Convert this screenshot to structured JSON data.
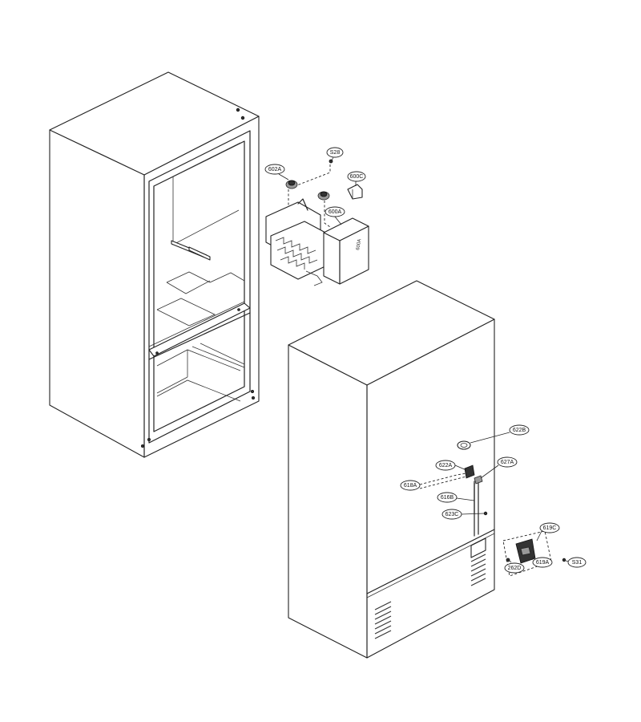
{
  "callouts": {
    "c602A": "602A",
    "cS28": "S28",
    "c600C": "600C",
    "c600A": "600A",
    "c622B": "622B",
    "c622A": "622A",
    "c627A": "627A",
    "c618A": "618A",
    "c616B": "616B",
    "c623C": "623C",
    "c619C": "619C",
    "c262D": "262D",
    "c619A": "619A",
    "cS31": "S31"
  },
  "part_marks": {
    "icemaker_side": "600A"
  }
}
